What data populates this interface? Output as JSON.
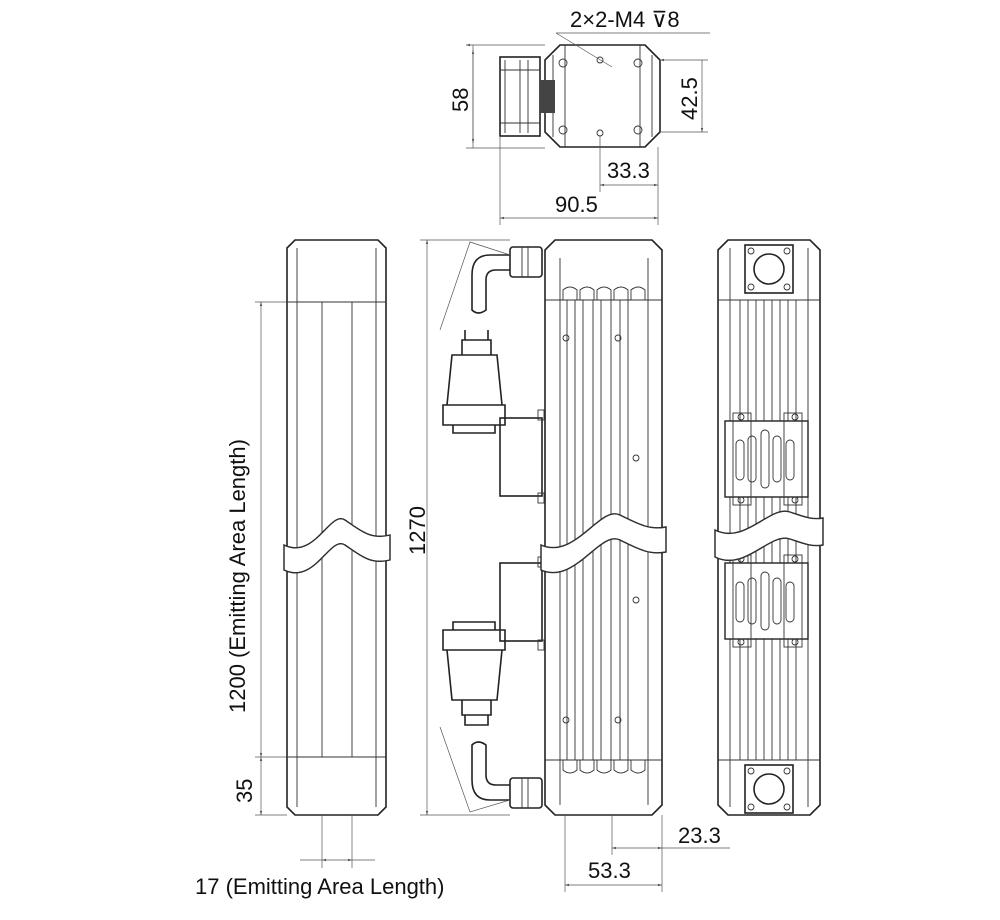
{
  "top_view": {
    "callout": "2×2-M4 ⊽8",
    "height_dim": "58",
    "hole_pitch_dim": "42.5",
    "hole_offset_dim": "33.3",
    "width_dim": "90.5"
  },
  "left_view": {
    "emitting_length_dim": "1200 (Emitting Area Length)",
    "cap_dim": "35",
    "emitting_width_dim": "17 (Emitting Area Length)"
  },
  "middle_view": {
    "total_length_dim": "1270",
    "offset_dim": "23.3",
    "width_dim": "53.3"
  }
}
